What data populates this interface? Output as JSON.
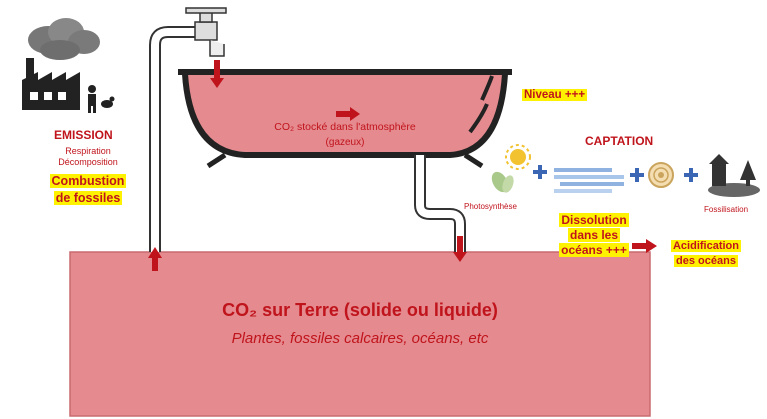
{
  "emission": {
    "title": "EMISSION",
    "line1": "Respiration",
    "line2": "Décomposition",
    "highlight1": "Combustion",
    "highlight2": "de fossiles"
  },
  "tub": {
    "label_main": "CO₂ stocké dans l'atmosphère",
    "label_sub": "(gazeux)"
  },
  "niveau": "Niveau +++",
  "captation": {
    "title": "CAPTATION",
    "photosynthese": "Photosynthèse",
    "fossilisation": "Fossilisation",
    "dissolution1": "Dissolution",
    "dissolution2": "dans les",
    "dissolution3": "océans +++",
    "acid1": "Acidification",
    "acid2": "des océans"
  },
  "earth": {
    "title": "CO₂ sur Terre (solide ou liquide)",
    "subtitle": "Plantes, fossiles calcaires, océans, etc"
  },
  "colors": {
    "reservoir": "#e58a8f",
    "arrow": "#c0141c",
    "highlight": "#fff200",
    "plus": "#3a66b3"
  }
}
